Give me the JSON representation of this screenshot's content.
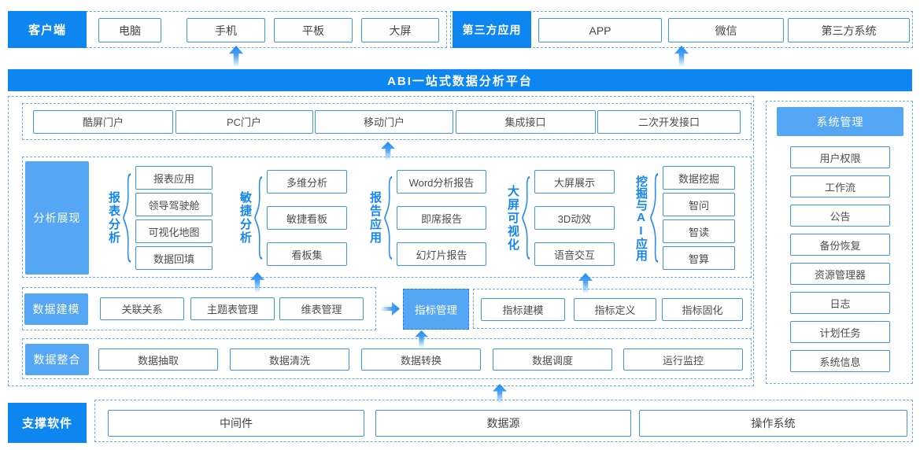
{
  "colors": {
    "primary_blue": "#0d86f1",
    "light_blue": "#55a7f5",
    "box_border_blue": "#3d95f2",
    "dashed_blue": "#5fadf7",
    "group_label_blue": "#1486f2",
    "box_text_gray": "#4d4d4d"
  },
  "ui": {
    "brace": "{"
  },
  "banner": {
    "title": "ABI一站式数据分析平台"
  },
  "client": {
    "label": "客户端",
    "items": [
      "电脑",
      "手机",
      "平板",
      "大屏"
    ]
  },
  "third_party": {
    "label": "第三方应用",
    "items": [
      "APP",
      "微信",
      "第三方系统"
    ]
  },
  "portals": {
    "items": [
      "酷屏门户",
      "PC门户",
      "移动门户",
      "集成接口",
      "二次开发接口"
    ]
  },
  "analysis": {
    "label": "分析展现",
    "groups": [
      {
        "name": "报表分析",
        "items": [
          "报表应用",
          "领导驾驶舱",
          "可视化地图",
          "数据回填"
        ]
      },
      {
        "name": "敏捷分析",
        "items": [
          "多维分析",
          "敏捷看板",
          "看板集"
        ]
      },
      {
        "name": "报告应用",
        "items": [
          "Word分析报告",
          "即席报告",
          "幻灯片报告"
        ]
      },
      {
        "name": "大屏可视化",
        "items": [
          "大屏展示",
          "3D动效",
          "语音交互"
        ]
      },
      {
        "name": "挖掘与AI应用",
        "items": [
          "数据挖掘",
          "智问",
          "智读",
          "智算"
        ]
      }
    ]
  },
  "modeling": {
    "label": "数据建模",
    "items": [
      "关联关系",
      "主题表管理",
      "维表管理"
    ],
    "highlight": "指标管理",
    "metric_items": [
      "指标建模",
      "指标定义",
      "指标固化"
    ]
  },
  "integration": {
    "label": "数据整合",
    "items": [
      "数据抽取",
      "数据清洗",
      "数据转换",
      "数据调度",
      "运行监控"
    ]
  },
  "system": {
    "label": "系统管理",
    "items": [
      "用户权限",
      "工作流",
      "公告",
      "备份恢复",
      "资源管理器",
      "日志",
      "计划任务",
      "系统信息"
    ]
  },
  "support": {
    "label": "支撑软件",
    "items": [
      "中间件",
      "数据源",
      "操作系统"
    ]
  }
}
